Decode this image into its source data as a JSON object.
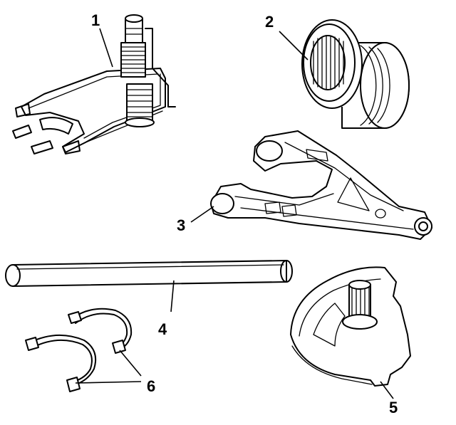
{
  "figure": {
    "callouts": [
      {
        "id": "1",
        "text": "1"
      },
      {
        "id": "2",
        "text": "2"
      },
      {
        "id": "3",
        "text": "3"
      },
      {
        "id": "4",
        "text": "4"
      },
      {
        "id": "5",
        "text": "5"
      },
      {
        "id": "6",
        "text": "6"
      }
    ]
  }
}
